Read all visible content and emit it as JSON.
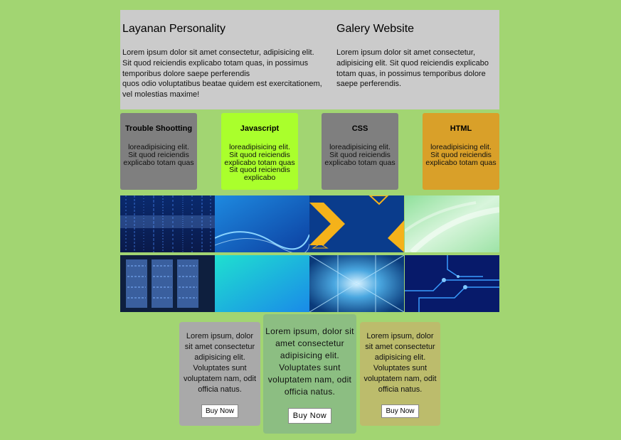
{
  "header": {
    "left": {
      "title": "Layanan Personality",
      "para1": "Lorem ipsum dolor sit amet consectetur, adipisicing elit.",
      "para2": "Sit quod reiciendis explicabo totam quas, in possimus temporibus dolore saepe perferendis",
      "para3": "quos odio voluptatibus beatae quidem est exercitationem, vel molestias maxime!"
    },
    "right": {
      "title": "Galery Website",
      "para": "Lorem ipsum dolor sit amet consectetur, adipisicing elit. Sit quod reiciendis explicabo totam quas, in possimus temporibus dolore saepe perferendis."
    }
  },
  "services": [
    {
      "title": "Trouble Shootting",
      "text": "loreadipisicing elit. Sit quod reiciendis explicabo totam quas",
      "color": "#7f7f7f"
    },
    {
      "title": "Javascript",
      "text": "loreadipisicing elit. Sit quod reiciendis explicabo totam quas Sit quod reiciendis explicabo",
      "color": "#aaff2c"
    },
    {
      "title": "CSS",
      "text": "loreadipisicing elit. Sit quod reiciendis explicabo totam quas",
      "color": "#7f7f7f"
    },
    {
      "title": "HTML",
      "text": "loreadipisicing elit. Sit quod reiciendis explicabo totam quas",
      "color": "#d9a029"
    }
  ],
  "gallery": [
    {
      "name": "tech-image-binary-code"
    },
    {
      "name": "tech-image-blue-wave"
    },
    {
      "name": "tech-image-yellow-arrow"
    },
    {
      "name": "tech-image-green-swirl"
    },
    {
      "name": "tech-image-server-rack"
    },
    {
      "name": "tech-image-cyan-gradient"
    },
    {
      "name": "tech-image-data-center"
    },
    {
      "name": "tech-image-circuit-board"
    }
  ],
  "pricing": [
    {
      "text": "Lorem ipsum, dolor sit amet consectetur adipisicing elit. Voluptates sunt voluptatem nam, odit officia natus.",
      "button": "Buy Now",
      "color": "#a9a9a9"
    },
    {
      "text": "Lorem ipsum, dolor sit amet consectetur adipisicing elit. Voluptates sunt voluptatem nam, odit officia natus.",
      "button": "Buy Now",
      "color": "#8cbe82"
    },
    {
      "text": "Lorem ipsum, dolor sit amet consectetur adipisicing elit. Voluptates sunt voluptatem nam, odit officia natus.",
      "button": "Buy Now",
      "color": "#bcbc6c"
    }
  ]
}
